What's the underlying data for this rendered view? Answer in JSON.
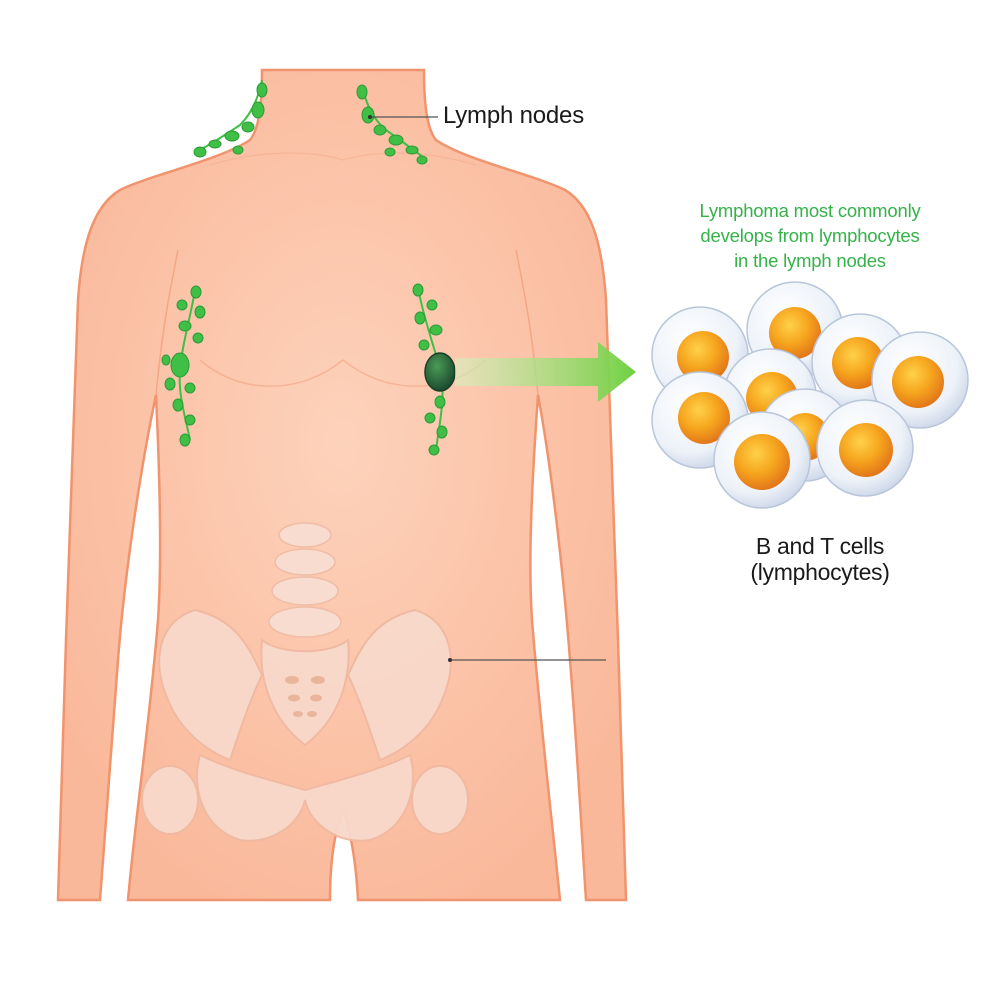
{
  "labels": {
    "lymph_nodes": "Lymph nodes",
    "caption_line1": "Lymphoma most commonly",
    "caption_line2": "develops from lymphocytes",
    "caption_line3": "in the lymph nodes",
    "cells_line1": "B and T cells",
    "cells_line2": "(lymphocytes)"
  },
  "colors": {
    "skin": "#fbc3a6",
    "skin_outline": "#f09a74",
    "node": "#3fbf46",
    "node_dark": "#1e5e2a",
    "caption": "#35b24a",
    "bone": "#f7d6c6",
    "bone_outline": "#f1bba5",
    "cell_membrane": "#dde6f2",
    "cell_nucleus": "#f5a31c",
    "arrow": "#7bd24b"
  }
}
